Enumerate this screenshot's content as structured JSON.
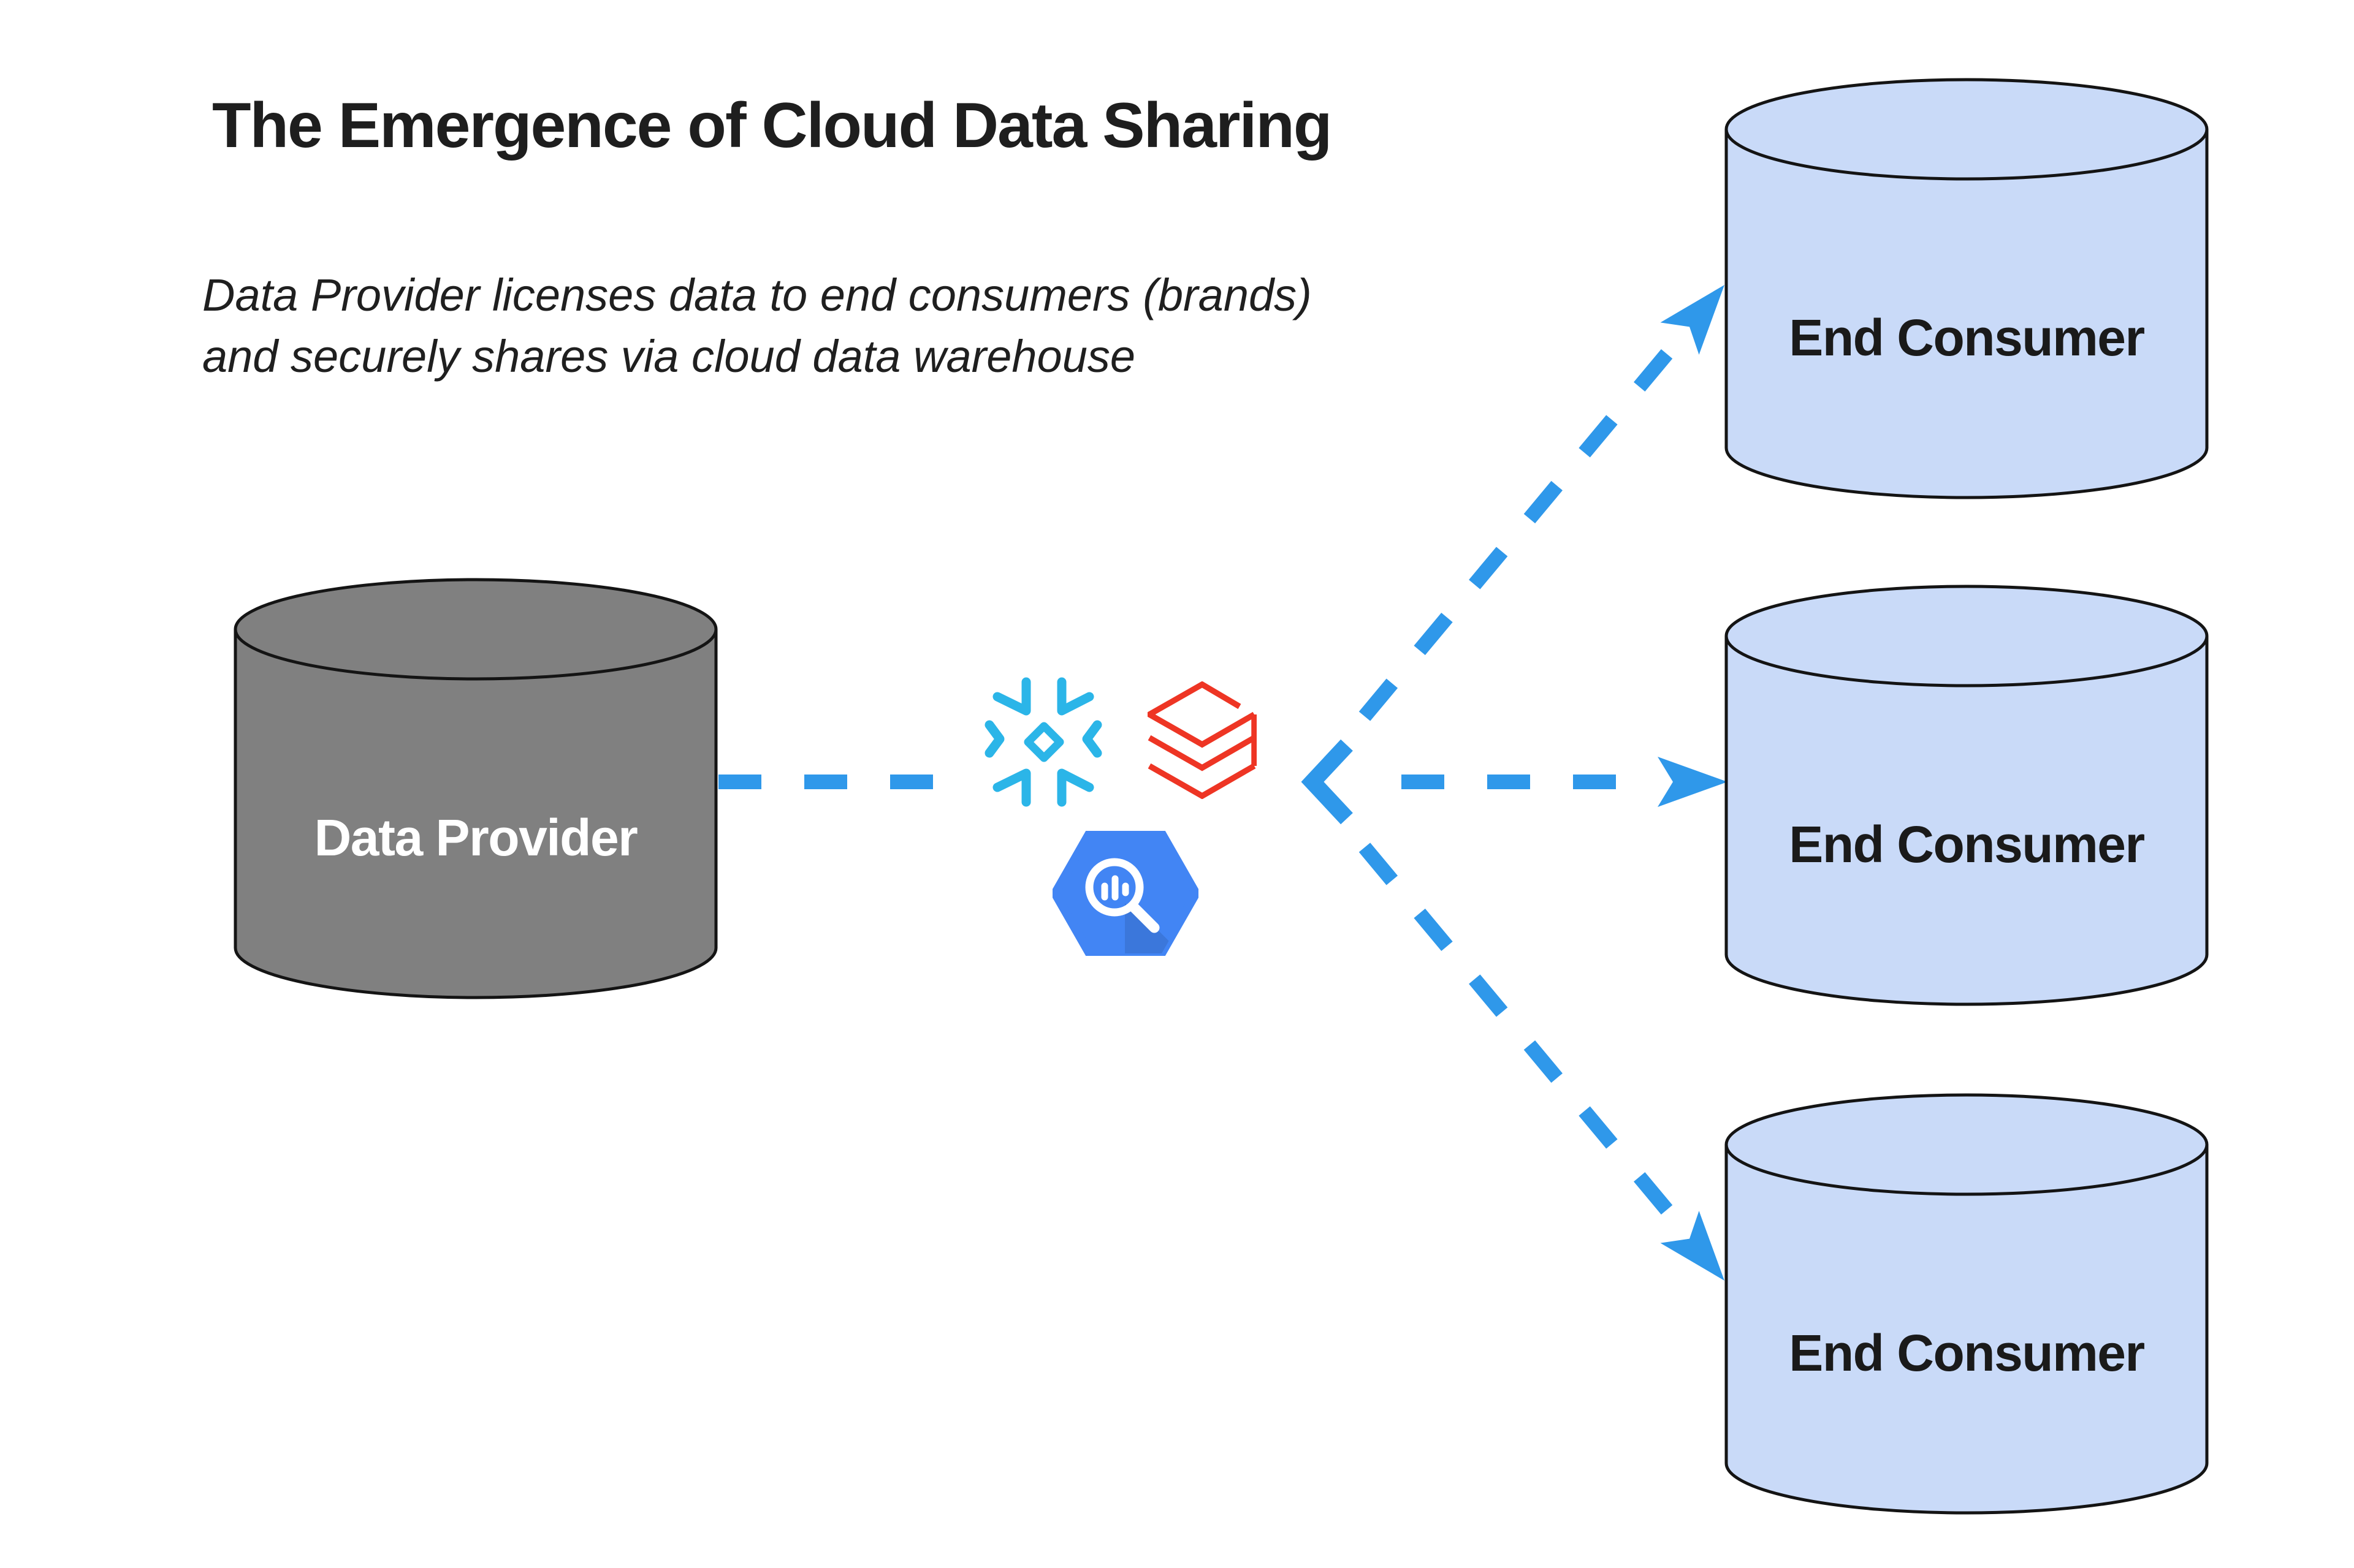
{
  "header": {
    "title": "The Emergence of Cloud Data Sharing",
    "subtitle_line1": "Data Provider licenses data to end consumers (brands)",
    "subtitle_line2": "and securely shares via cloud data warehouse"
  },
  "provider": {
    "label": "Data Provider"
  },
  "consumers": [
    {
      "label": "End Consumer"
    },
    {
      "label": "End Consumer"
    },
    {
      "label": "End Consumer"
    }
  ],
  "platform_icons": [
    {
      "name": "snowflake-icon"
    },
    {
      "name": "databricks-icon"
    },
    {
      "name": "bigquery-icon"
    }
  ],
  "colors": {
    "arrow_blue": "#2F98EA",
    "snowflake_blue": "#2BB5E8",
    "databricks_red": "#EE3524",
    "bigquery_blue": "#4285F4",
    "provider_fill": "#808080",
    "consumer_fill": "#C9DAF8",
    "shape_outline": "#141414",
    "title_text": "#1E1E1E",
    "provider_text": "#FFFFFF",
    "consumer_text": "#1A1A1A",
    "background": "#FFFFFF"
  }
}
